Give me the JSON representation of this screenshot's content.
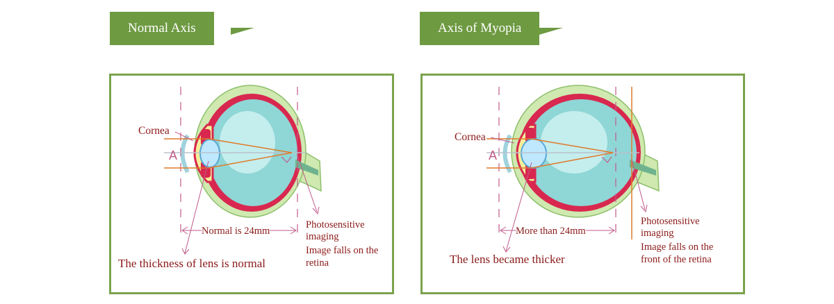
{
  "panels": [
    {
      "title": "Normal Axis",
      "cornea_label": "Cornea",
      "axis_letter": "A",
      "measure_label": "Normal is 24mm",
      "photo_label_1": "Photosensitive",
      "photo_label_2": "imaging",
      "image_label_1": "Image falls on the",
      "image_label_2": "retina",
      "lens_label": "The thickness of lens is normal"
    },
    {
      "title": "Axis of Myopia",
      "cornea_label": "Cornea",
      "axis_letter": "A",
      "measure_label": "More than 24mm",
      "photo_label_1": "Photosensitive",
      "photo_label_2": "imaging",
      "image_label_1": "Image falls on the",
      "image_label_2": "front of the retina",
      "lens_label": "The lens became thicker"
    }
  ],
  "colors": {
    "tab_green": "#6e9a42",
    "frame_green": "#7aa34c",
    "label_red": "#8b1a1a",
    "sclera_red": "#d8284f",
    "vitreous_teal": "#8fd6d6",
    "ray_orange": "#e07a2a",
    "guide_pink": "#c05a8a"
  }
}
